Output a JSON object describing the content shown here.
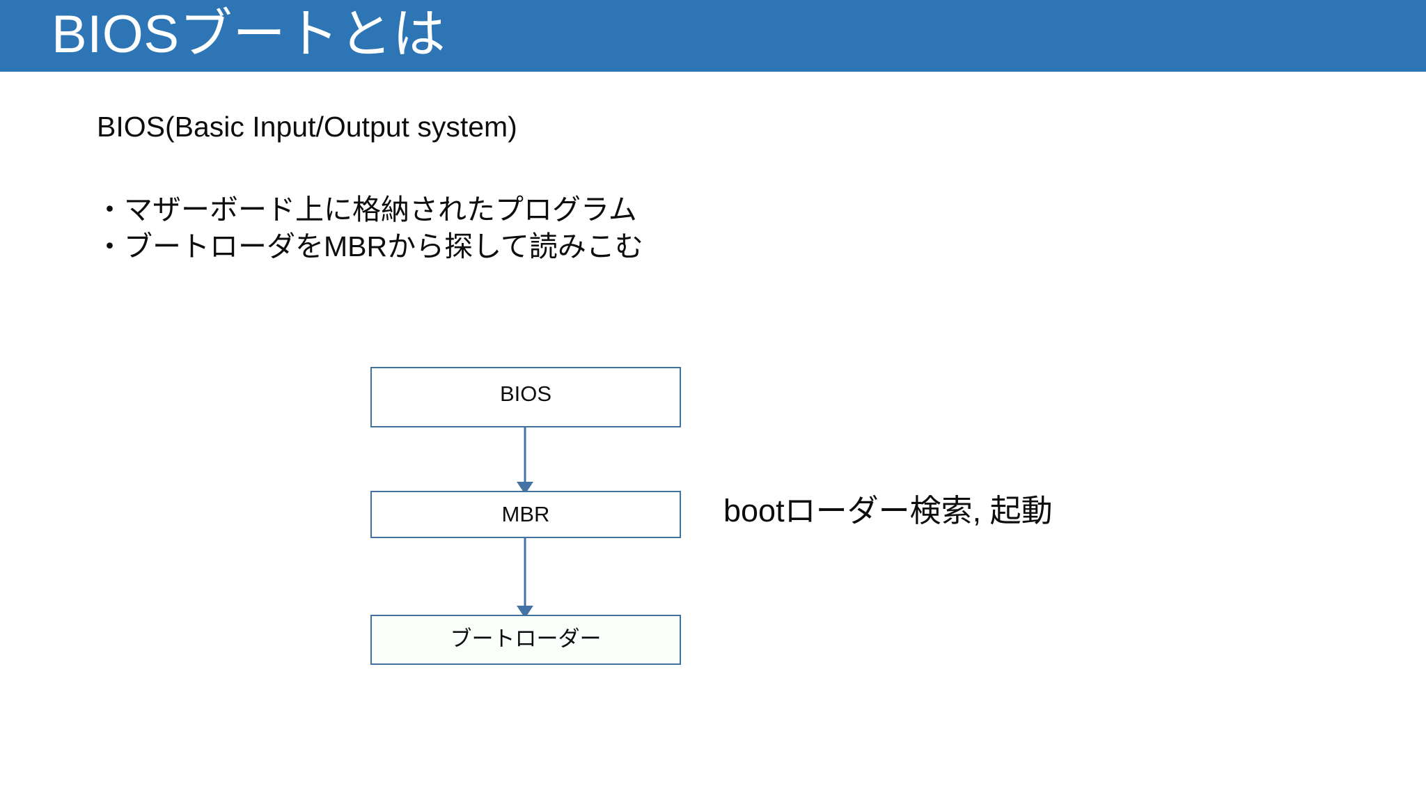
{
  "slide": {
    "title": "BIOSブートとは",
    "header_color": "#2E75B6",
    "background_color": "#FFFFFF",
    "title_color": "#FFFFFF"
  },
  "body": {
    "definition": "BIOS(Basic Input/Output system)",
    "bullets": [
      "・マザーボード上に格納されたプログラム",
      "・ブートローダをMBRから探して読みこむ"
    ]
  },
  "diagram": {
    "type": "flowchart",
    "box_border_color": "#41719C",
    "arrow_color": "#4472A4",
    "boxes": [
      {
        "label": "BIOS",
        "fill": "#FFFFFF"
      },
      {
        "label": "MBR",
        "fill": "#FFFFFF"
      },
      {
        "label": "ブートローダー",
        "fill": "#FBFFFB"
      }
    ],
    "connectors": [
      {
        "from": "BIOS",
        "to": "MBR",
        "style": "arrow-down"
      },
      {
        "from": "MBR",
        "to": "ブートローダー",
        "style": "arrow-down"
      }
    ],
    "annotation": "bootローダー検索, 起動"
  }
}
